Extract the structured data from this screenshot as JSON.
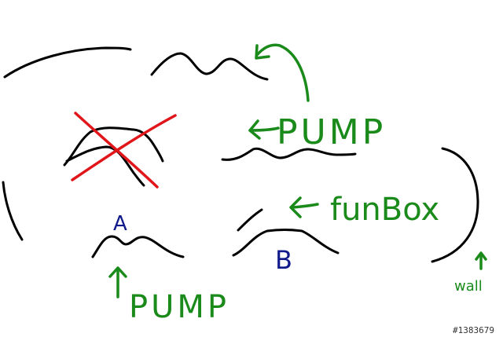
{
  "labels": {
    "pump_top": "PUMP",
    "pump_bottom": "PUMP",
    "funbox": "funBox",
    "wall": "wall",
    "marker_a": "A",
    "marker_b": "B",
    "image_id": "#1383679"
  },
  "colors": {
    "ink": "#000000",
    "annotation": "#1a8a1a",
    "marker": "#101a8a",
    "cross": "#e0161a"
  }
}
